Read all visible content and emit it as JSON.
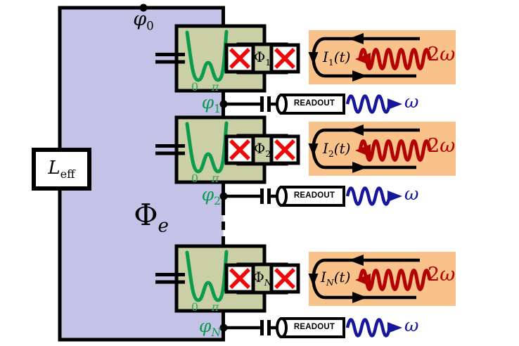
{
  "diagram": {
    "top_node": {
      "symbol": "φ",
      "sub": "0"
    },
    "external_flux": {
      "symbol": "Φ",
      "sub": "e"
    },
    "inductor": {
      "symbol": "L",
      "sub": "eff"
    },
    "colors": {
      "loop_fill": "#c5c2e7",
      "unit_fill": "#cbcfa5",
      "well_green": "#0a9b4c",
      "drive_box_fill": "#f9c28b",
      "drive_red": "#b30000",
      "junction_cross_red": "#ee0808",
      "readout_blue": "#16169c"
    }
  },
  "units": [
    {
      "node": {
        "symbol": "φ",
        "sub": "1"
      },
      "squid_flux": {
        "symbol": "Φ",
        "sub": "1"
      },
      "well": {
        "left_min": "0",
        "right_min": "π"
      },
      "drive": {
        "current_symbol": "I",
        "current_sub": "1",
        "current_arg": "(t)",
        "freq_coef": "2",
        "freq_symbol": "ω"
      },
      "readout": {
        "label": "READOUT",
        "freq_symbol": "ω"
      }
    },
    {
      "node": {
        "symbol": "φ",
        "sub": "2"
      },
      "squid_flux": {
        "symbol": "Φ",
        "sub": "2"
      },
      "well": {
        "left_min": "0",
        "right_min": "π"
      },
      "drive": {
        "current_symbol": "I",
        "current_sub": "2",
        "current_arg": "(t)",
        "freq_coef": "2",
        "freq_symbol": "ω"
      },
      "readout": {
        "label": "READOUT",
        "freq_symbol": "ω"
      }
    },
    {
      "node": {
        "symbol": "φ",
        "sub": "N"
      },
      "squid_flux": {
        "symbol": "Φ",
        "sub": "N"
      },
      "well": {
        "left_min": "0",
        "right_min": "π"
      },
      "drive": {
        "current_symbol": "I",
        "current_sub": "N",
        "current_arg": "(t)",
        "freq_coef": "2",
        "freq_symbol": "ω"
      },
      "readout": {
        "label": "READOUT",
        "freq_symbol": "ω"
      }
    }
  ]
}
